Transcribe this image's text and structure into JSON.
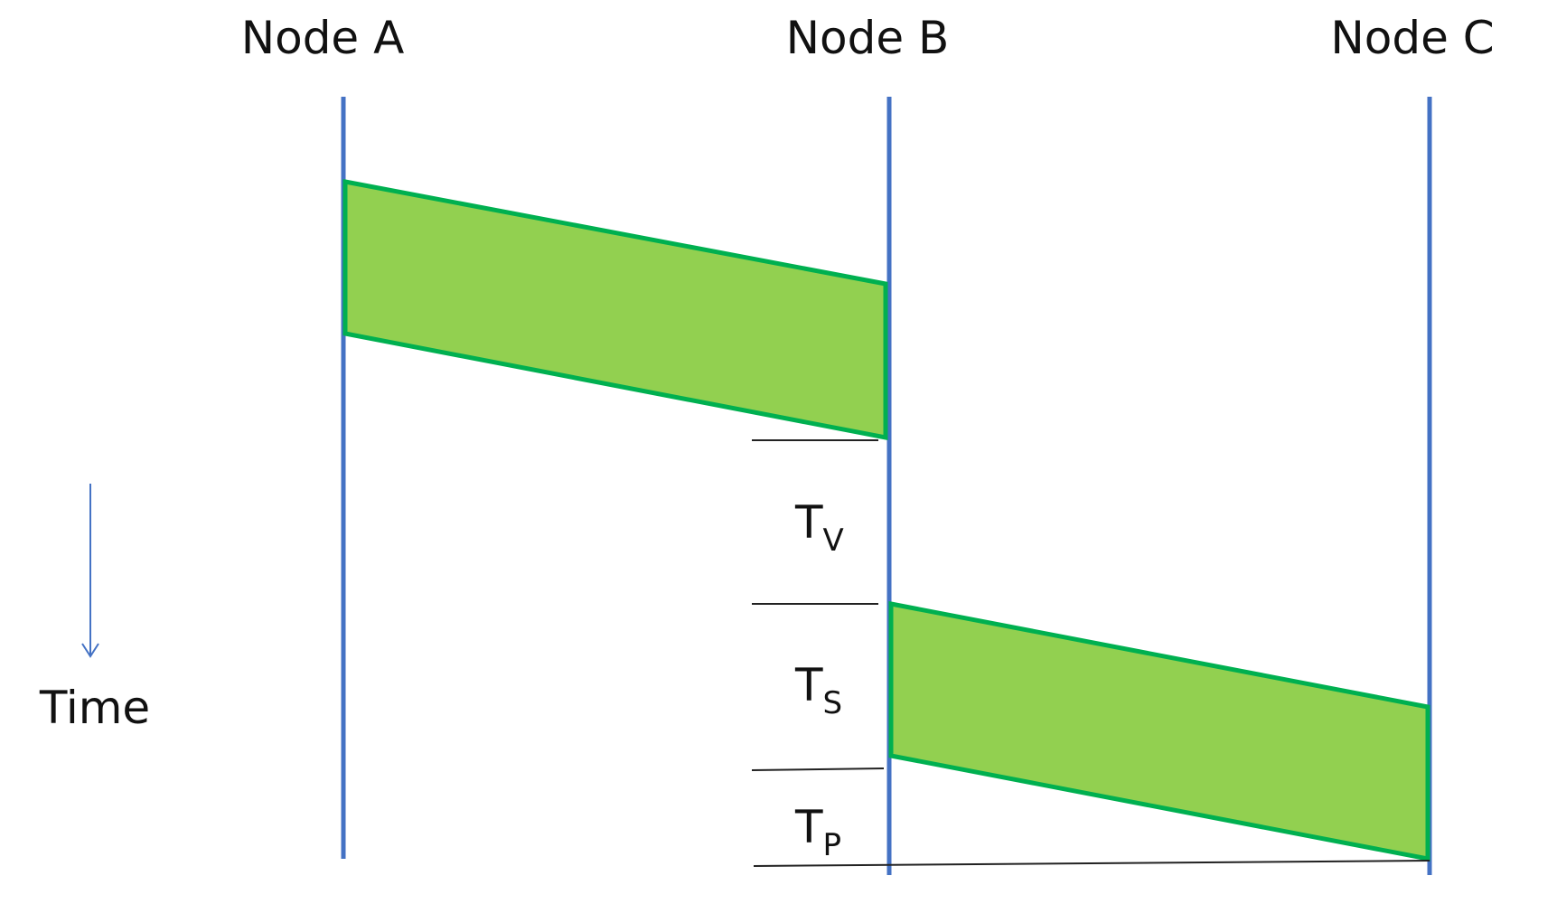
{
  "nodes": [
    {
      "label": "Node A"
    },
    {
      "label": "Node B"
    },
    {
      "label": "Node C"
    }
  ],
  "time_axis": {
    "label": "Time"
  },
  "intervals": [
    {
      "main": "T",
      "sub": "V"
    },
    {
      "main": "T",
      "sub": "S"
    },
    {
      "main": "T",
      "sub": "P"
    }
  ],
  "colors": {
    "node_line": "#4472c4",
    "packet_fill": "#92d050",
    "packet_stroke": "#00b050",
    "marker_line": "#222222",
    "time_arrow": "#4472c4"
  }
}
